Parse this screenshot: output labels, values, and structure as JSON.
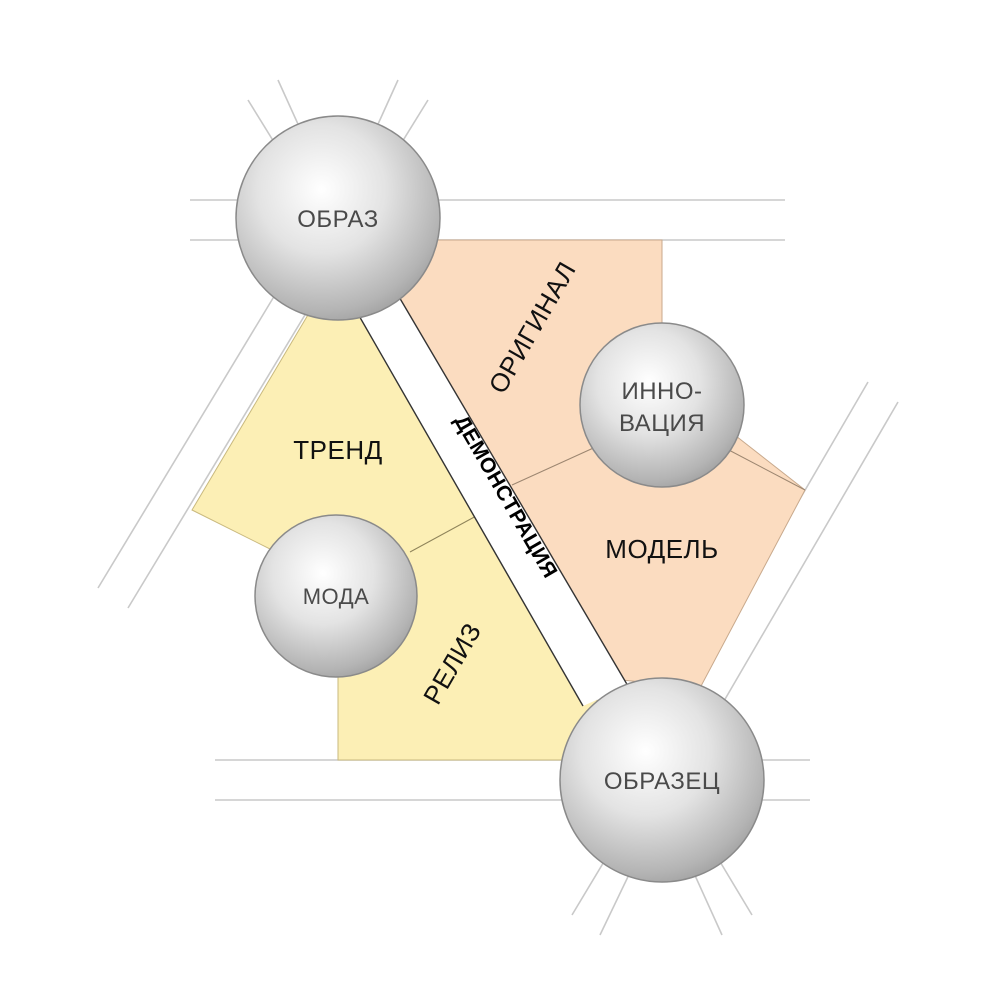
{
  "nodes": {
    "obraz": "ОБРАЗ",
    "innovatsiya_line1": "ИННО-",
    "innovatsiya_line2": "ВАЦИЯ",
    "moda": "МОДА",
    "obrazets": "ОБРАЗЕЦ"
  },
  "regions": {
    "original": "ОРИГИНАЛ",
    "trend": "ТРЕНД",
    "model": "МОДЕЛЬ",
    "reliz": "РЕЛИЗ"
  },
  "band": {
    "demonstratsiya": "ДЕМОНСТРАЦИЯ"
  },
  "colors": {
    "peach": "#fbdcc0",
    "yellow": "#fcefb5",
    "sphere_light": "#f8f8f8",
    "sphere_dark": "#a6a6a6",
    "line": "#c9c9c9",
    "band": "#ffffff"
  }
}
